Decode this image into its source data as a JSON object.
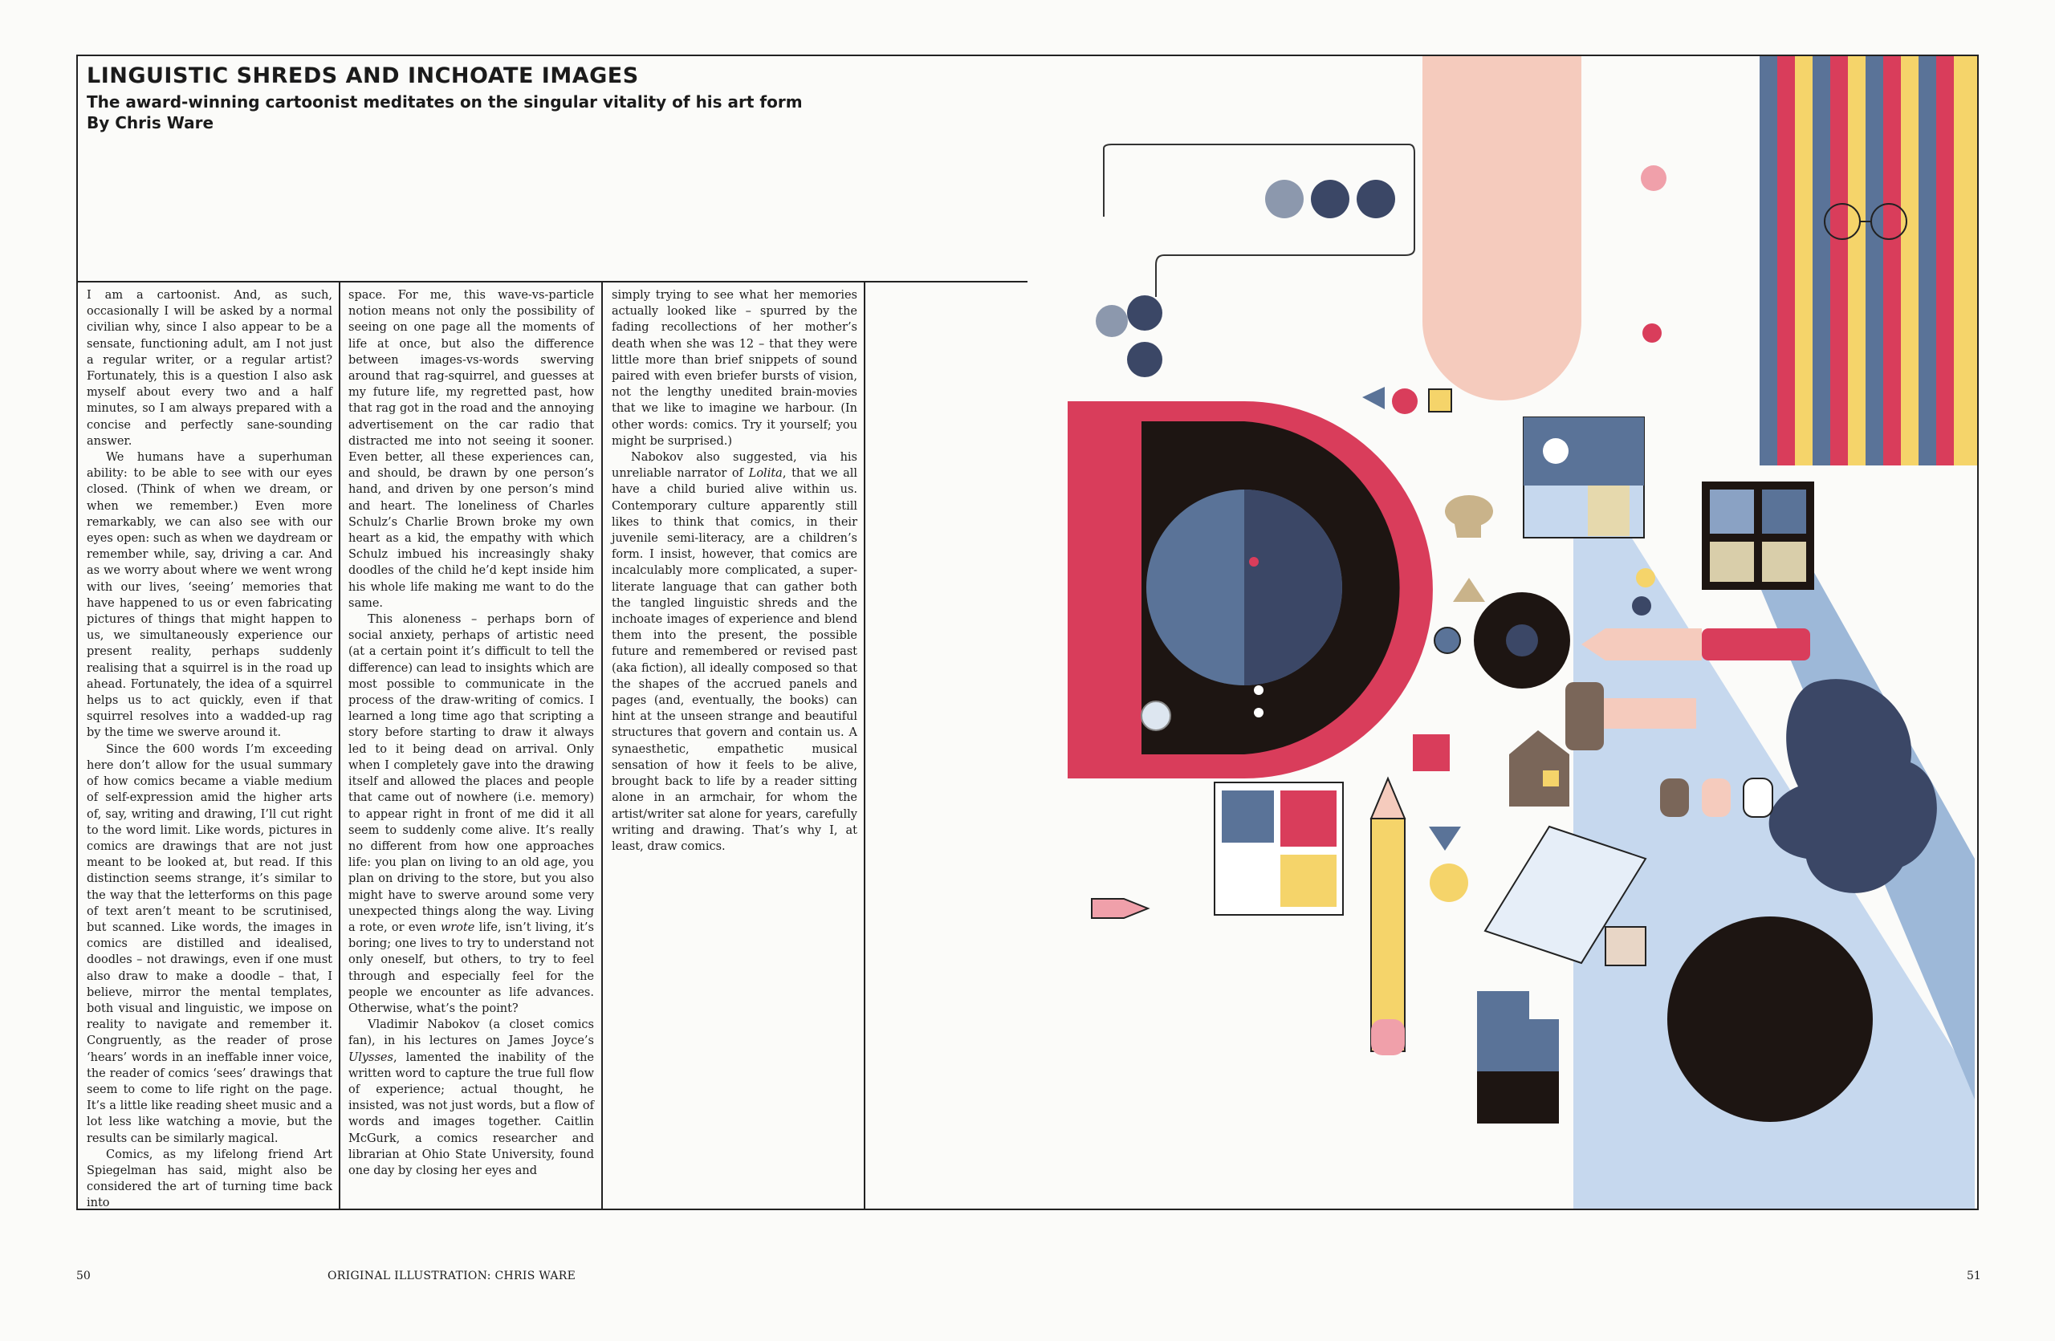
{
  "article": {
    "headline": "LINGUISTIC SHREDS AND INCHOATE IMAGES",
    "standfirst": "The award-winning cartoonist meditates on the singular vitality of his art form",
    "byline": "By Chris Ware",
    "col1": [
      "I am a cartoonist. And, as such, occasionally I will be asked by a normal civilian why, since I also appear to be a sensate, functioning adult, am I not just a regular writer, or a regular artist? Fortunately, this is a question I also ask myself about every two and a half minutes, so I am always prepared with a concise and perfectly sane-sounding answer.",
      "We humans have a superhuman ability: to be able to see with our eyes closed. (Think of when we dream, or when we remember.) Even more remarkably, we can also see with our eyes open: such as when we daydream or remember while, say, driving a car. And as we worry about where we went wrong with our lives, ‘seeing’ memories that have happened to us or even fabricating pictures of things that might happen to us, we simultaneously experience our present reality, perhaps suddenly realising that a squirrel is in the road up ahead. Fortunately, the idea of a squirrel helps us to act quickly, even if that squirrel resolves into a wadded-up rag by the time we swerve around it.",
      "Since the 600 words I’m exceeding here don’t allow for the usual summary of how comics became a viable medium of self-expression amid the higher arts of, say, writing and drawing, I’ll cut right to the word limit. Like words, pictures in comics are drawings that are not just meant to be looked at, but read. If this distinction seems strange, it’s similar to the way that the letterforms on this page of text aren’t meant to be scrutinised, but scanned. Like words, the images in comics are distilled and idealised, doodles – not drawings, even if one must also draw to make a doodle – that, I believe, mirror the mental templates, both visual and linguistic, we impose on reality to navigate and remember it. Congruently, as the reader of prose ‘hears’ words in an ineffable inner voice, the reader of comics ‘sees’ drawings that seem to come to life right on the page. It’s a little like reading sheet music and a lot less like watching a movie, but the results can be similarly magical.",
      "Comics, as my lifelong friend Art Spiegelman has said, might also be considered the art of turning time back into"
    ],
    "col2": [
      "space. For me, this wave-vs-particle notion means not only the possibility of seeing on one page all the moments of life at once, but also the difference between images-vs-words swerving around that rag-squirrel, and guesses at my future life, my regretted past, how that rag got in the road and the annoying advertisement on the car radio that distracted me into not seeing it sooner. Even better, all these experiences can, and should, be drawn by one person’s hand, and driven by one person’s mind and heart. The loneliness of Charles Schulz’s Charlie Brown broke my own heart as a kid, the empathy with which Schulz imbued his increasingly shaky doodles of the child he’d kept inside him his whole life making me want to do the same.",
      "This aloneness – perhaps born of social anxiety, perhaps of artistic need (at a certain point it’s difficult to tell the difference) can lead to insights which are most possible to communicate in the process of the draw-writing of comics. I learned a long time ago that scripting a story before starting to draw it always led to it being dead on arrival. Only when I completely gave into the drawing itself and allowed the places and people that came out of nowhere (i.e. memory) to appear right in front of me did it all seem to suddenly come alive. It’s really no different from how one approaches life: you plan on living to an old age, you plan on driving to the store, but you also might have to swerve around some very unexpected things along the way. Living a rote, or even ",
      "Vladimir Nabokov (a closet comics fan), in his lectures on James Joyce’s ",
      "Caitlin McGurk, a comics researcher and librarian at Ohio State University, found one day by closing her eyes and"
    ],
    "col2_wrote": "wrote",
    "col2_after_wrote": " life, isn’t living, it’s boring; one lives to try to understand not only oneself, but others, to try to feel through and especially feel for the people we encounter as life advances. Otherwise, what’s the point?",
    "col2_ulysses": "Ulysses",
    "col2_after_ulysses": ", lamented the inability of the written word to capture the true full flow of experience; actual thought, he insisted, was not just words, but a flow of words and images together.",
    "col3": [
      "simply trying to see what her memories actually looked like – spurred by the fading recollections of her mother’s death when she was 12 – that they were little more than brief snippets of sound paired with even briefer bursts of vision, not the lengthy unedited brain-movies that we like to imagine we harbour. (In other words: comics. Try it yourself; you might be surprised.)",
      "Nabokov also suggested, via his unreliable narrator of ",
      "I insist, however, that comics are incalculably more complicated, a super-literate language that can gather both the tangled linguistic shreds and the inchoate images of experience and blend them into the present, the possible future and remembered or revised past (aka fiction), all ideally composed so that the shapes of the accrued panels and pages (and, eventually, the books) can hint at the unseen strange and beautiful structures that govern and contain us. A synaesthetic, empathetic musical sensation of how it feels to be alive, brought back to life by a reader sitting alone in an armchair, for whom the artist/writer sat alone for years, carefully writing and drawing. That’s why I, at least, draw comics."
    ],
    "col3_lolita": "Lolita",
    "col3_after_lolita": ", that we all have a child buried alive within us. Contemporary culture apparently still likes to think that comics, in their juvenile semi-literacy, are a children’s form."
  },
  "footer": {
    "page_left": "50",
    "credit": "ORIGINAL ILLUSTRATION: CHRIS WARE",
    "page_right": "51"
  },
  "colors": {
    "red": "#d93d5b",
    "navy": "#3b4766",
    "slate": "#5a7398",
    "yellow": "#f5d46a",
    "light_blue": "#c6d8ee",
    "pink": "#f5cbbd",
    "black": "#1d1512"
  }
}
